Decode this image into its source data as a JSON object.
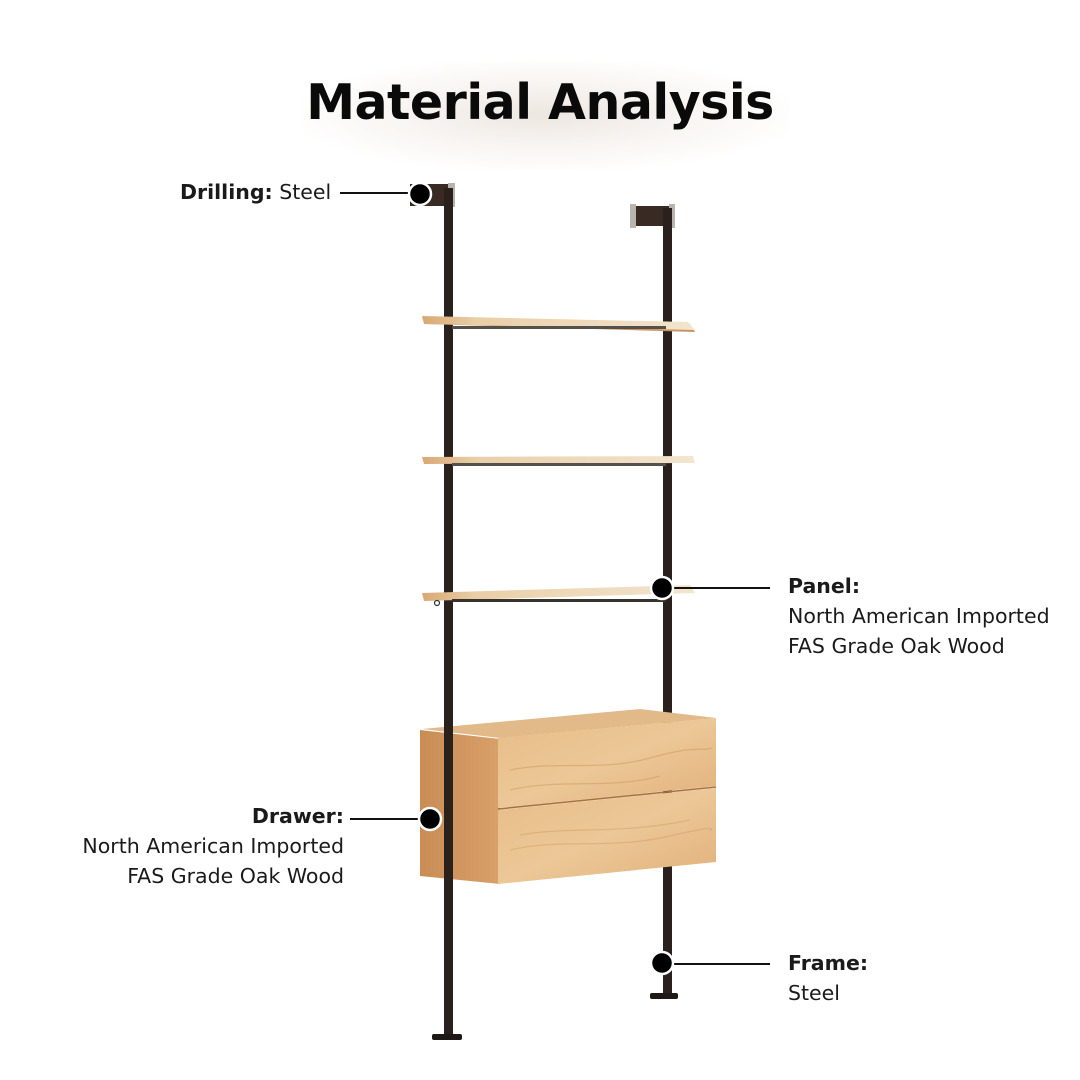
{
  "title": "Material Analysis",
  "callouts": [
    {
      "id": "drilling",
      "key": "Drilling:",
      "value": "Steel"
    },
    {
      "id": "panel",
      "key": "Panel:",
      "line1": "North American Imported",
      "line2": "FAS Grade Oak Wood"
    },
    {
      "id": "drawer",
      "key": "Drawer:",
      "line1": "North American Imported",
      "line2": "FAS Grade Oak Wood"
    },
    {
      "id": "frame",
      "key": "Frame:",
      "value": "Steel"
    }
  ],
  "colors": {
    "steel": "#2a211d",
    "oak_light": "#e6c9a0",
    "oak_mid": "#d9ab74",
    "oak_side": "#c88a55",
    "marker": "#000000"
  }
}
